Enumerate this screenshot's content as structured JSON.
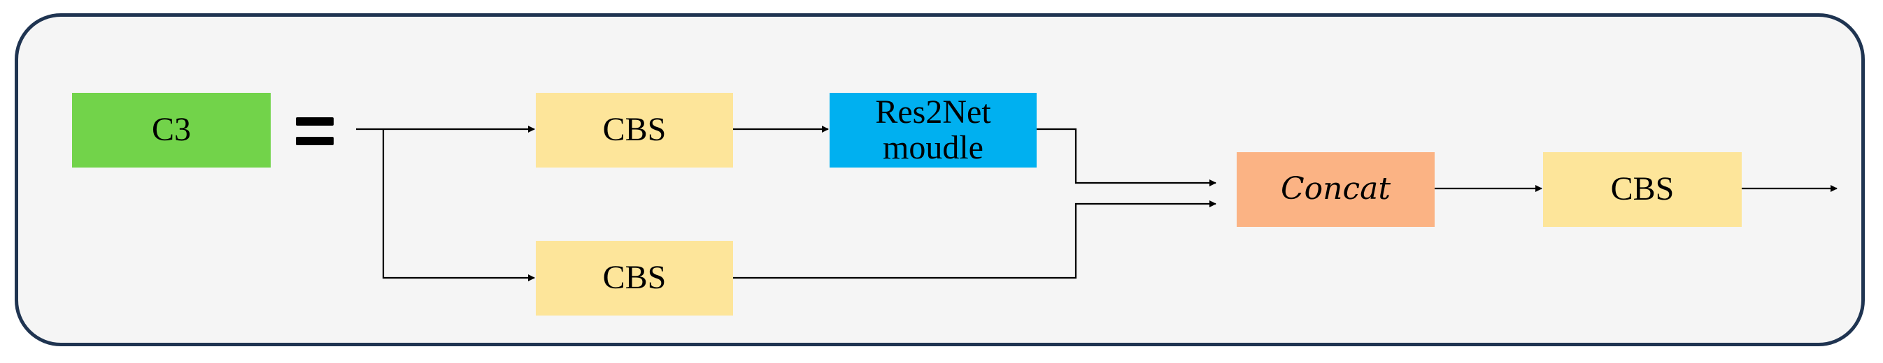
{
  "diagram": {
    "colors": {
      "frame_border": "#1f3451",
      "frame_fill": "#f5f5f5",
      "c3": "#72d34a",
      "cbs": "#fde59a",
      "res2net": "#00b0f0",
      "concat": "#fbb384",
      "line": "#000000"
    },
    "c3_label": "C3",
    "equals_symbol": "=",
    "cbs_top_label": "CBS",
    "res2net_line1": "Res2Net",
    "res2net_line2": "moudle",
    "cbs_bottom_label": "CBS",
    "concat_label": "Concat",
    "cbs_output_label": "CBS"
  }
}
